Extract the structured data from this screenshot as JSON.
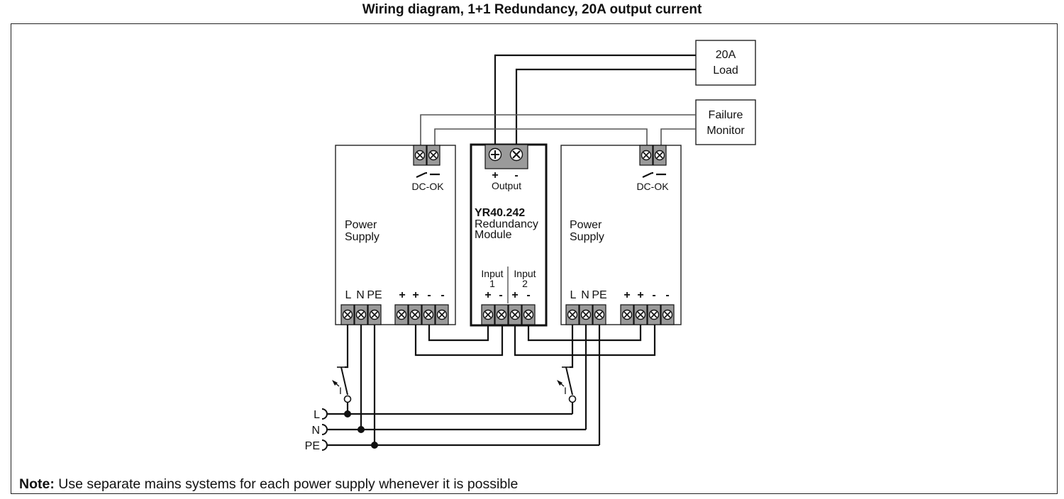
{
  "title": "Wiring diagram, 1+1 Redundancy, 20A output current",
  "note": {
    "label": "Note:",
    "text": "Use separate mains systems for each power supply whenever it is possible"
  },
  "load": {
    "line1": "20A",
    "line2": "Load"
  },
  "monitor": {
    "line1": "Failure",
    "line2": "Monitor"
  },
  "psu_left": {
    "name1": "Power",
    "name2": "Supply",
    "dcok": "DC-OK",
    "ac_labels": [
      "L",
      "N",
      "PE"
    ],
    "dc_signs": [
      "+",
      "+",
      "-",
      "-"
    ]
  },
  "psu_right": {
    "name1": "Power",
    "name2": "Supply",
    "dcok": "DC-OK",
    "ac_labels": [
      "L",
      "N",
      "PE"
    ],
    "dc_signs": [
      "+",
      "+",
      "-",
      "-"
    ]
  },
  "module": {
    "model": "YR40.242",
    "line2": "Redundancy",
    "line3": "Module",
    "output_label": "Output",
    "output_signs": [
      "+",
      "-"
    ],
    "input1_a": "Input",
    "input1_b": "1",
    "input2_a": "Input",
    "input2_b": "2",
    "input_signs": [
      "+",
      "-",
      "+",
      "-"
    ]
  },
  "mains": {
    "labels": [
      "L",
      "N",
      "PE"
    ],
    "switch_mark": "I"
  }
}
